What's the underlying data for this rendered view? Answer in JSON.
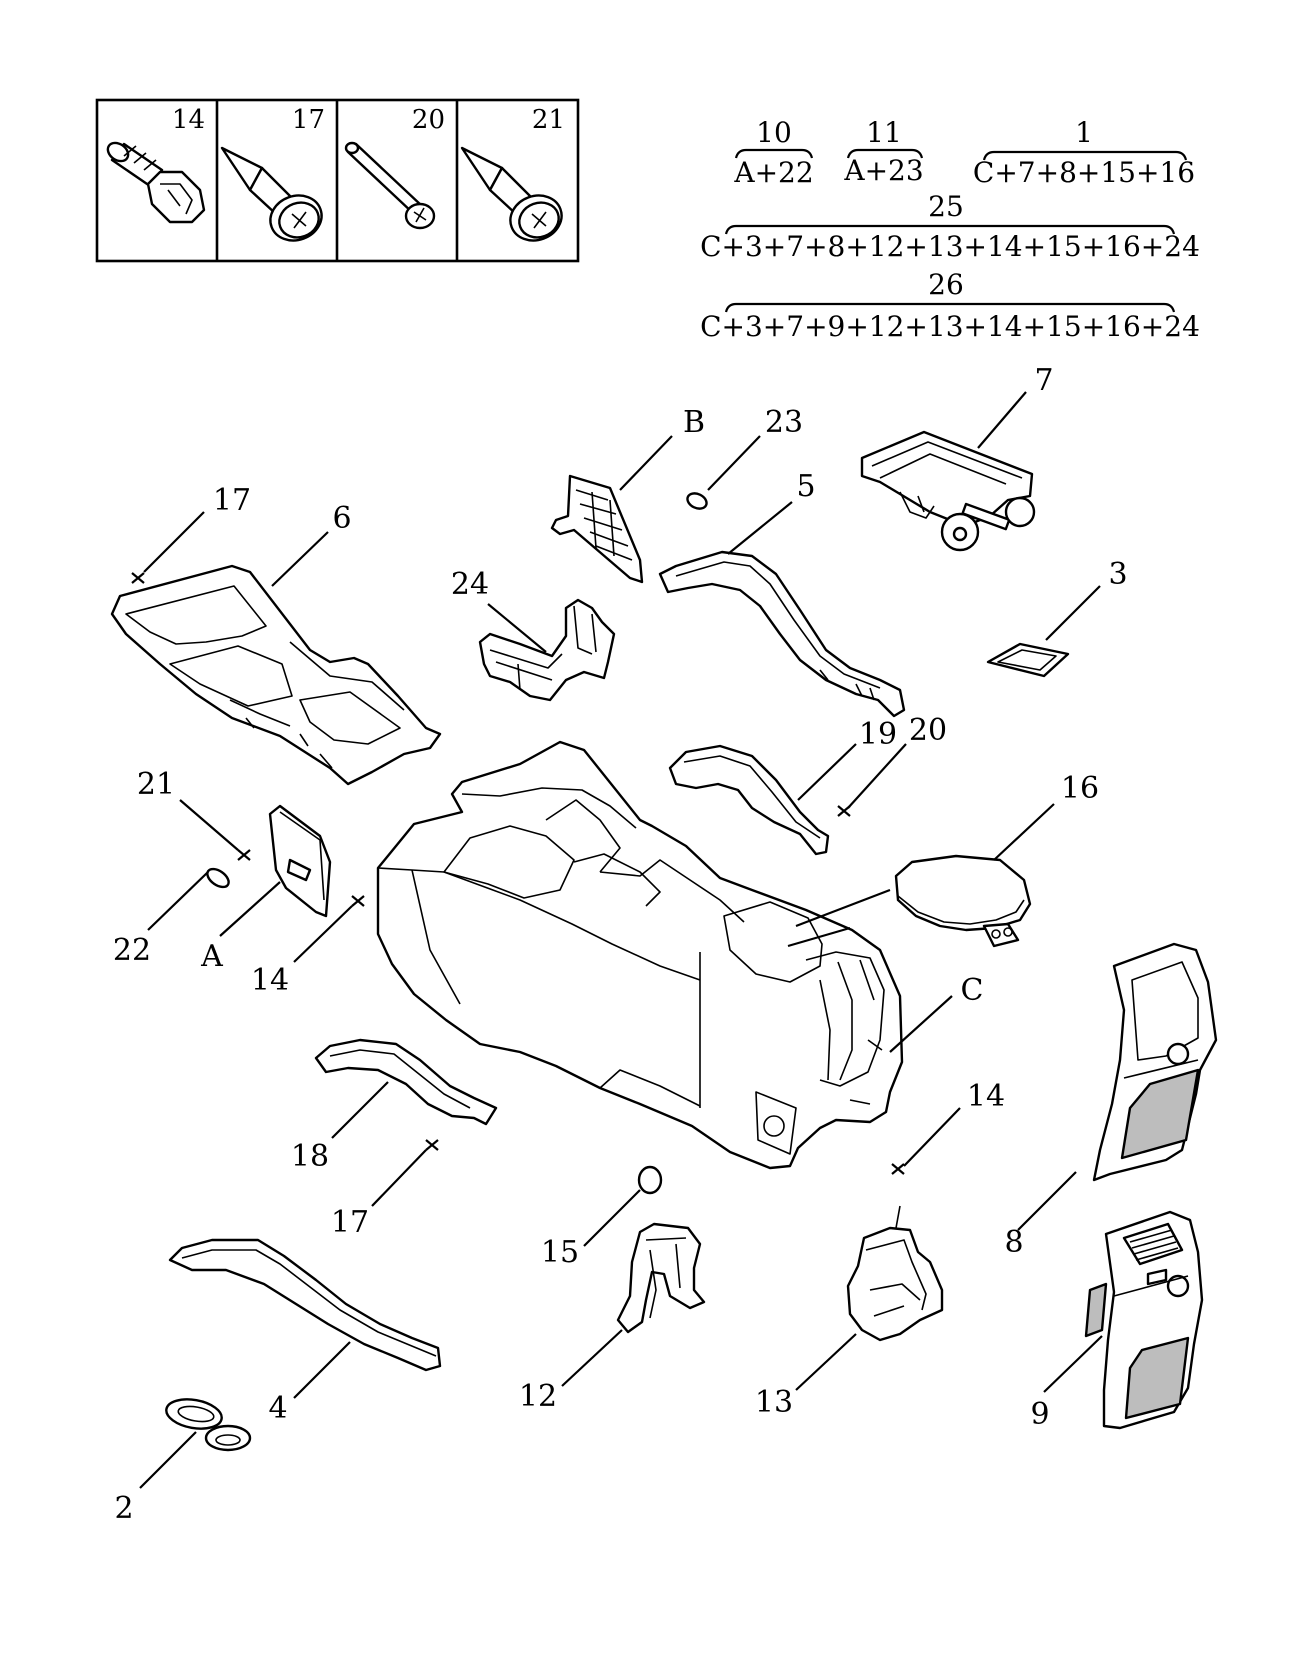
{
  "fasteners": [
    {
      "num": "14",
      "icon": "hex-bolt-icon"
    },
    {
      "num": "17",
      "icon": "clip-screw-icon"
    },
    {
      "num": "20",
      "icon": "pin-icon"
    },
    {
      "num": "21",
      "icon": "clip-screw-icon"
    }
  ],
  "formulas": [
    {
      "num": "10",
      "parts": "A+22"
    },
    {
      "num": "11",
      "parts": "A+23"
    },
    {
      "num": "1",
      "parts": "C+7+8+15+16"
    },
    {
      "num": "25",
      "parts": "C+3+7+8+12+13+14+15+16+24"
    },
    {
      "num": "26",
      "parts": "C+3+7+9+12+13+14+15+16+24"
    }
  ],
  "callouts": {
    "B": "B",
    "n23": "23",
    "n7": "7",
    "n5": "5",
    "n3": "3",
    "n24": "24",
    "n17a": "17",
    "n6": "6",
    "n19": "19",
    "n20": "20",
    "n16": "16",
    "n21": "21",
    "n22": "22",
    "A": "A",
    "n14a": "14",
    "C": "C",
    "n18": "18",
    "n17b": "17",
    "n14b": "14",
    "n8": "8",
    "n15": "15",
    "n12": "12",
    "n13": "13",
    "n4": "4",
    "n9": "9",
    "n2": "2"
  }
}
